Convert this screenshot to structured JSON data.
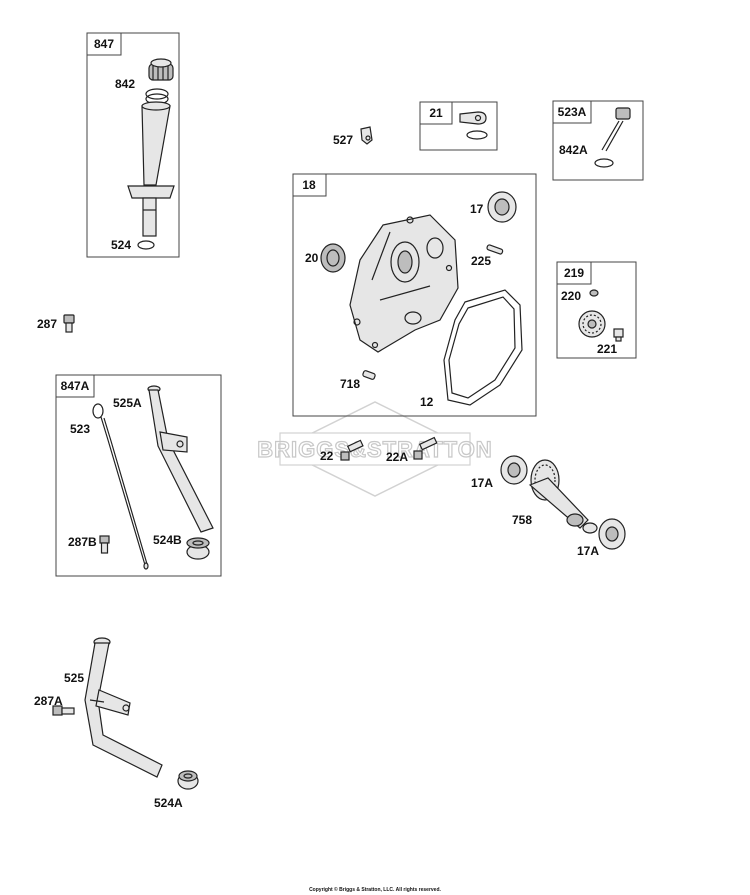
{
  "groups": {
    "g847": "847",
    "g847A": "847A",
    "g21": "21",
    "g523A": "523A",
    "g18": "18",
    "g219": "219"
  },
  "parts": {
    "p842": "842",
    "p524": "524",
    "p287": "287",
    "p523": "523",
    "p525A": "525A",
    "p287B": "287B",
    "p524B": "524B",
    "p525": "525",
    "p287A": "287A",
    "p524A": "524A",
    "p527": "527",
    "p842A": "842A",
    "p17": "17",
    "p20": "20",
    "p225": "225",
    "p718": "718",
    "p12": "12",
    "p220": "220",
    "p221": "221",
    "p22": "22",
    "p22A": "22A",
    "p17A_top": "17A",
    "p758": "758",
    "p17A_bottom": "17A"
  },
  "watermark": "BRIGGS&STRATTON",
  "copyright": "Copyright © Briggs & Stratton, LLC. All rights reserved.",
  "icons": [
    "dipstick-tube-icon",
    "oil-fill-cap-icon",
    "o-ring-icon",
    "bolt-icon",
    "crankcase-cover-icon",
    "gasket-icon",
    "oil-seal-icon",
    "ball-bearing-icon",
    "governor-gear-icon",
    "camshaft-icon",
    "breather-tube-icon"
  ]
}
